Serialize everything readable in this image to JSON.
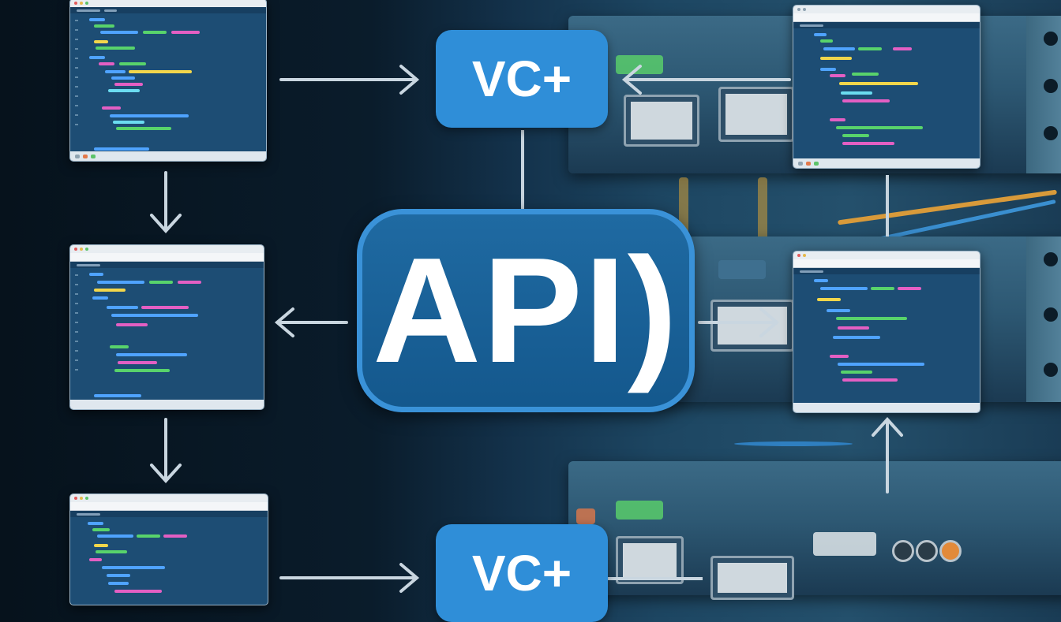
{
  "diagram": {
    "title": "",
    "background": "Server rack with network switches and cables",
    "nodes": {
      "vc_top": {
        "label": "VC+",
        "color": "#2f8ed8"
      },
      "vc_bottom": {
        "label": "VC+",
        "color": "#2f8ed8"
      },
      "api": {
        "label": "API)",
        "color": "#1a619a",
        "border": "#3a92d8"
      }
    },
    "code_windows": [
      {
        "id": "left-top",
        "position": "left column, top"
      },
      {
        "id": "left-middle",
        "position": "left column, middle"
      },
      {
        "id": "left-bottom",
        "position": "left column, bottom"
      },
      {
        "id": "right-top",
        "position": "right column, top"
      },
      {
        "id": "right-middle",
        "position": "right column, middle"
      }
    ],
    "edges": [
      {
        "from": "left-top",
        "to": "vc_top",
        "direction": "right"
      },
      {
        "from": "right-top",
        "to": "vc_top",
        "direction": "left"
      },
      {
        "from": "vc_top",
        "to": "api",
        "type": "line"
      },
      {
        "from": "left-top",
        "to": "left-middle",
        "direction": "down"
      },
      {
        "from": "api",
        "to": "left-middle",
        "direction": "left"
      },
      {
        "from": "api",
        "to": "right-middle",
        "direction": "right"
      },
      {
        "from": "left-middle",
        "to": "left-bottom",
        "direction": "down"
      },
      {
        "from": "left-bottom",
        "to": "vc_bottom",
        "direction": "right"
      },
      {
        "from": "right-top",
        "to": "right-middle",
        "type": "line"
      },
      {
        "from": "rack-bottom",
        "to": "right-middle",
        "direction": "up"
      }
    ],
    "colors": {
      "arrow": "#c9d6e0",
      "code_bg": "#1d4d74",
      "syntax": [
        "#4fa3ff",
        "#58d36b",
        "#e35fc3",
        "#f2d64b",
        "#6bdcf0"
      ]
    }
  }
}
